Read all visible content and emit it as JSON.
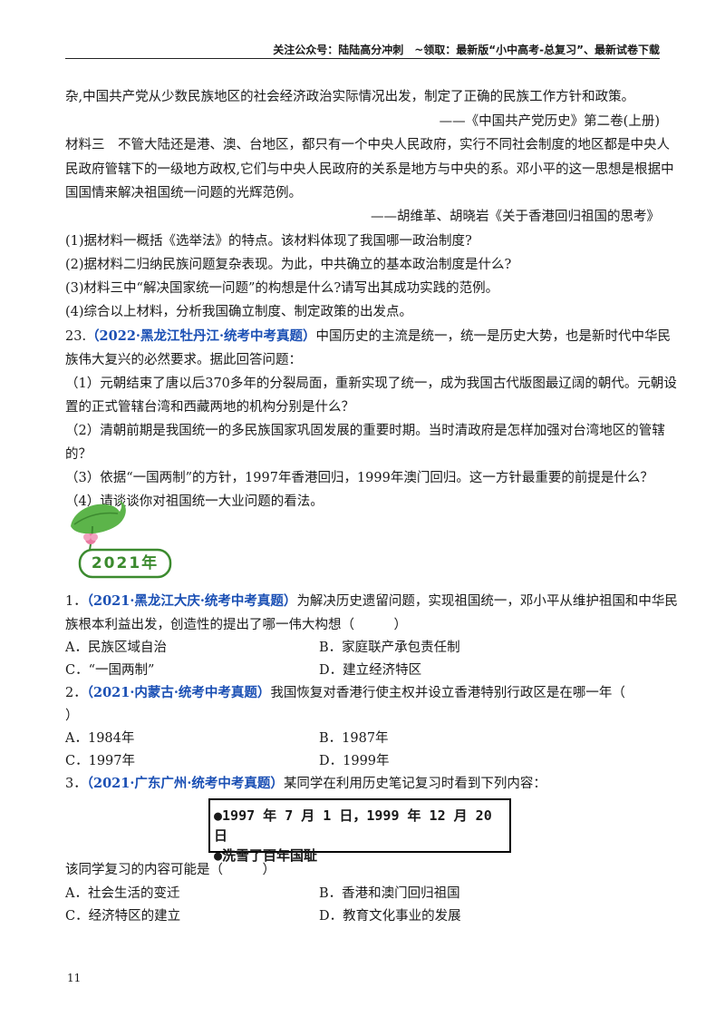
{
  "header": {
    "text": "关注公众号：陆陆高分冲刺　~领取：最新版“小中高考-总复习”、最新试卷下载"
  },
  "material2": {
    "cont": "杂,中国共产党从少数民族地区的社会经济政治实际情况出发，制定了正确的民族工作方针和政策。",
    "source": "——《中国共产党历史》第二卷(上册)"
  },
  "material3": {
    "line1": "材料三　不管大陆还是港、澳、台地区，都只有一个中央人民政府，实行不同社会制度的地区都是中央人",
    "line2": "民政府管辖下的一级地方政权,它们与中央人民政府的关系是地方与中央的系。邓小平的这一思想是根据中",
    "line3": "国国情来解决祖国统一问题的光辉范例。",
    "source": "——胡维革、胡晓岩《关于香港回归祖国的思考》"
  },
  "q22_parts": [
    "(1)据材料一概括《选举法》的特点。该材料体现了我国哪一政治制度?",
    "(2)据材料二归纳民族问题复杂表现。为此，中共确立的基本政治制度是什么?",
    "(3)材料三中“解决国家统一问题”的构想是什么?请写出其成功实践的范例。",
    "(4)综合以上材料，分析我国确立制度、制定政策的出发点。"
  ],
  "q23": {
    "num": "23.",
    "source": "（2022·黑龙江牡丹江·统考中考真题）",
    "stem1": "中国历史的主流是统一，统一是历史大势，也是新时代中华民",
    "stem2": "族伟大复兴的必然要求。据此回答问题：",
    "p1a": "（1）元朝结束了唐以后370多年的分裂局面，重新实现了统一，成为我国古代版图最辽阔的朝代。元朝设",
    "p1b": "置的正式管辖台湾和西藏两地的机构分别是什么？",
    "p2a": "（2）清朝前期是我国统一的多民族国家巩固发展的重要时期。当时清政府是怎样加强对台湾地区的管辖",
    "p2b": "的？",
    "p3": "（3）依据“一国两制”的方针，1997年香港回归，1999年澳门回归。这一方针最重要的前提是什么？",
    "p4": "（4）请谈谈你对祖国统一大业问题的看法。"
  },
  "year_badge": {
    "label": "2021年"
  },
  "q1": {
    "num": "1．",
    "source": "（2021·黑龙江大庆·统考中考真题）",
    "stem1": "为解决历史遗留问题，实现祖国统一，邓小平从维护祖国和中华民",
    "stem2": "族根本利益出发，创造性的提出了哪一伟大构想（　　　）",
    "A": "A．民族区域自治",
    "B": "B．家庭联产承包责任制",
    "C": "C．“一国两制”",
    "D": "D．建立经济特区"
  },
  "q2": {
    "num": "2．",
    "source": "（2021·内蒙古·统考中考真题）",
    "stem1": "我国恢复对香港行使主权并设立香港特别行政区是在哪一年（",
    "stem2": "）",
    "A": "A．1984年",
    "B": "B．1987年",
    "C": "C．1997年",
    "D": "D．1999年"
  },
  "q3": {
    "num": "3．",
    "source": "（2021·广东广州·统考中考真题）",
    "stem1": "某同学在利用历史笔记复习时看到下列内容：",
    "note_line1": "●1997 年 7 月 1 日，1999 年 12 月 20 日",
    "note_line2": "●洗雪了百年国耻",
    "stem2": "该同学复习的内容可能是（　　　）",
    "A": "A．社会生活的变迁",
    "B": "B．香港和澳门回归祖国",
    "C": "C．经济特区的建立",
    "D": "D．教育文化事业的发展"
  },
  "page_number": "11",
  "colors": {
    "source_blue": "#1a4fb4",
    "leaf_green": "#4aa03a",
    "badge_green": "#3b8a2e",
    "lotus_pink": "#e87aa0"
  }
}
